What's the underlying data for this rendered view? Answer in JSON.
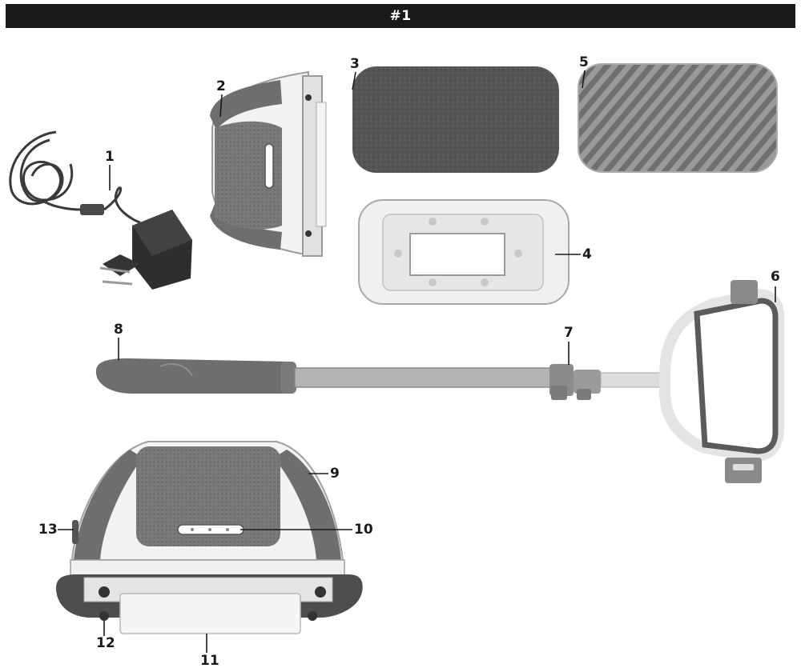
{
  "header": {
    "title": "#1"
  },
  "callouts": [
    "1",
    "2",
    "3",
    "4",
    "5",
    "6",
    "7",
    "8",
    "9",
    "10",
    "11",
    "12",
    "13"
  ],
  "colors": {
    "banner": "#1a1a1a",
    "dark_gray": "#6e6e6e",
    "light_gray": "#d9d9d9",
    "white_part": "#f2f2f2",
    "pad_dark": "#5a5a5a",
    "pad_light": "#8a8a8a"
  }
}
